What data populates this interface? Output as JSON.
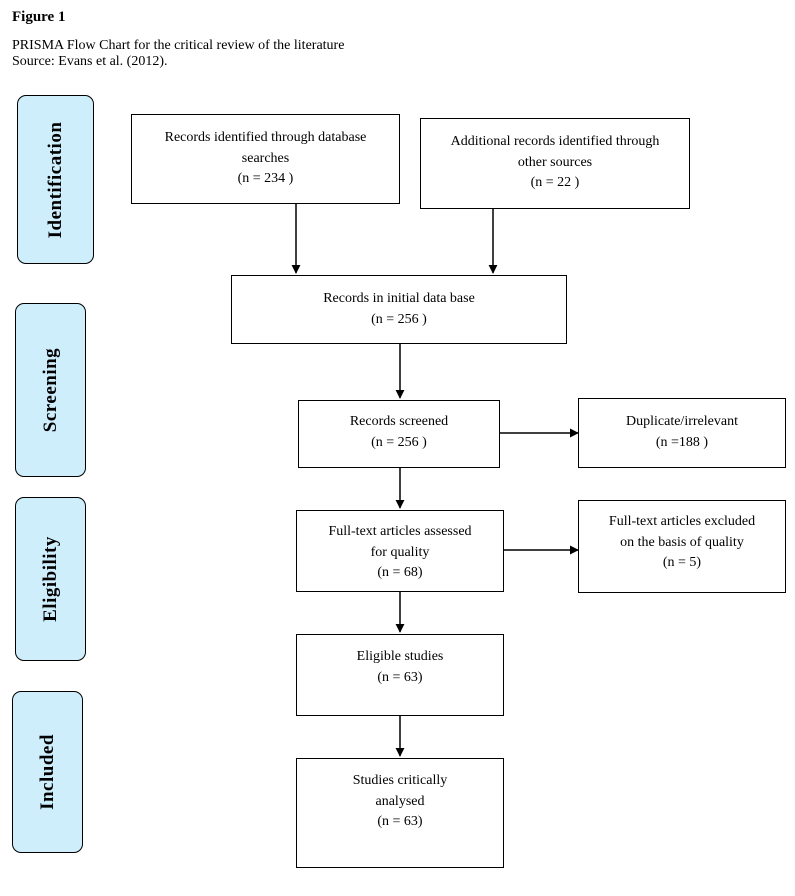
{
  "figure_label": "Figure 1",
  "caption": {
    "title": "PRISMA Flow Chart for the critical review of the literature",
    "source": "Source: Evans et al. (2012)."
  },
  "stages": {
    "identification": "Identification",
    "screening": "Screening",
    "eligibility": "Eligibility",
    "included": "Included"
  },
  "boxes": {
    "database": {
      "line1": "Records identified through database",
      "line2": "searches",
      "count": "(n =  234 )"
    },
    "other": {
      "line1": "Additional records identified through",
      "line2": "other sources",
      "count": "(n =  22 )"
    },
    "initial": {
      "line1": "Records in initial data base",
      "count": "(n =  256 )"
    },
    "screened": {
      "line1": "Records screened",
      "count": "(n = 256 )"
    },
    "duplicate": {
      "line1": "Duplicate/irrelevant",
      "count": "(n =188 )"
    },
    "fulltext": {
      "line1": "Full-text articles assessed",
      "line2": "for quality",
      "count": "(n =  68)"
    },
    "excluded": {
      "line1": "Full-text articles excluded",
      "line2": "on the basis of quality",
      "count": "(n = 5)"
    },
    "eligible": {
      "line1": "Eligible studies",
      "count": "(n =  63)"
    },
    "analysed": {
      "line1": "Studies critically",
      "line2": "analysed",
      "count": "(n = 63)"
    }
  },
  "colors": {
    "stage_fill": "#cfeefc",
    "line": "#000000"
  }
}
